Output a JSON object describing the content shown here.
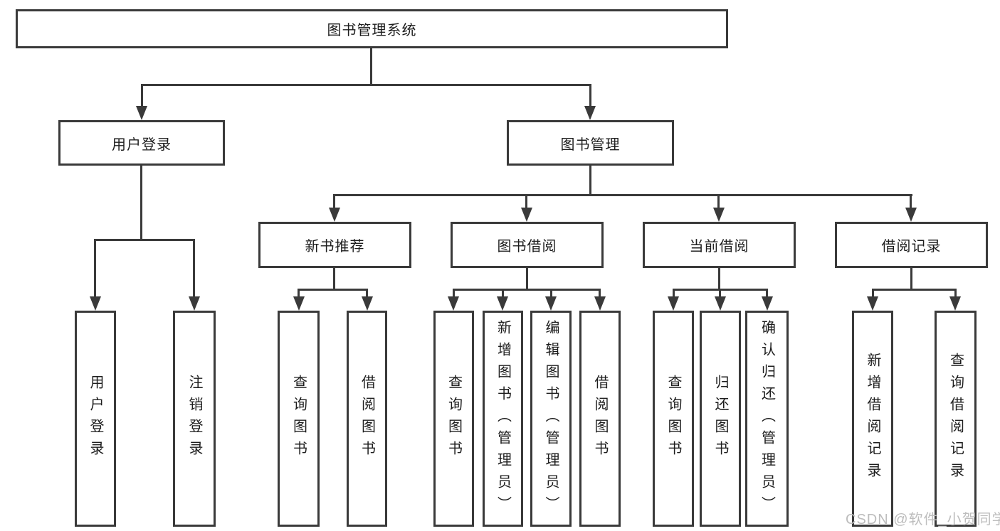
{
  "colors": {
    "line": "#3a3a3a",
    "text": "#1d1d1d",
    "watermark": "#bdbdbd",
    "bg": "#ffffff"
  },
  "diagram": {
    "root": {
      "label": "图书管理系统"
    },
    "user_login_branch": {
      "label": "用户登录",
      "children": [
        {
          "label": "用户登录"
        },
        {
          "label": "注销登录"
        }
      ]
    },
    "book_mgmt_branch": {
      "label": "图书管理",
      "children": [
        {
          "label": "新书推荐",
          "children": [
            {
              "label": "查询图书"
            },
            {
              "label": "借阅图书"
            }
          ]
        },
        {
          "label": "图书借阅",
          "children": [
            {
              "label": "查询图书"
            },
            {
              "label": "新增图书（管理员）"
            },
            {
              "label": "编辑图书（管理员）"
            },
            {
              "label": "借阅图书"
            }
          ]
        },
        {
          "label": "当前借阅",
          "children": [
            {
              "label": "查询图书"
            },
            {
              "label": "归还图书"
            },
            {
              "label": "确认归还（管理员）"
            }
          ]
        },
        {
          "label": "借阅记录",
          "children": [
            {
              "label": "新增借阅记录"
            },
            {
              "label": "查询借阅记录"
            }
          ]
        }
      ]
    },
    "watermark": "CSDN @软件_小贺同学"
  }
}
